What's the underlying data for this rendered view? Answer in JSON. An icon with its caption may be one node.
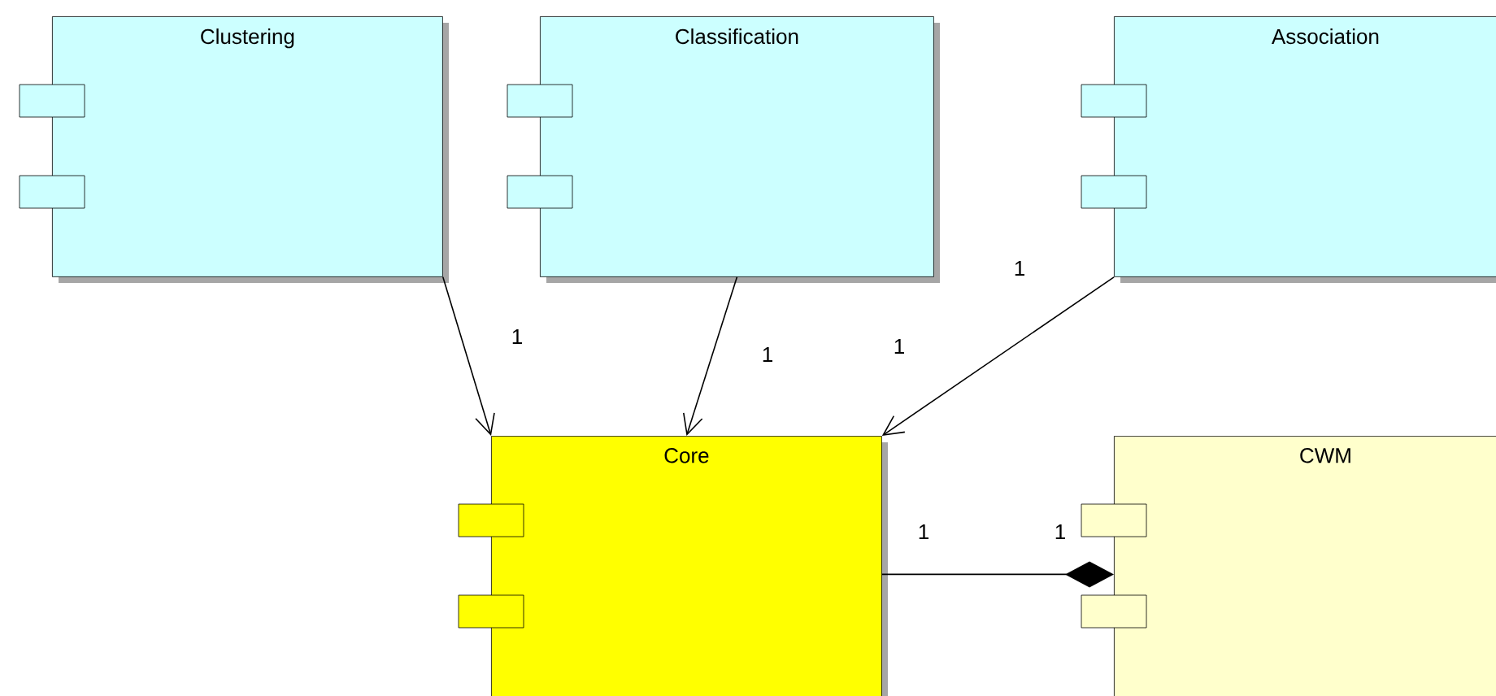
{
  "diagram": {
    "nodes": [
      {
        "text": [
          "Clustering"
        ]
      },
      {
        "text": [
          "Classification"
        ]
      },
      {
        "text": [
          "Association"
        ]
      },
      {
        "text": [
          "Core"
        ]
      },
      {
        "text": [
          "CWM"
        ]
      }
    ],
    "edges": [
      {
        "from": 0,
        "to": 3,
        "arrow": "to",
        "label": "1"
      },
      {
        "from": 1,
        "to": 3,
        "arrow": "to",
        "label": "1"
      },
      {
        "from": 2,
        "to": 3,
        "arrow": "to",
        "label": "1"
      },
      {
        "from": 3,
        "to": 4,
        "arrow": "other",
        "label": "1"
      }
    ],
    "labels": [
      "1",
      "1"
    ]
  }
}
